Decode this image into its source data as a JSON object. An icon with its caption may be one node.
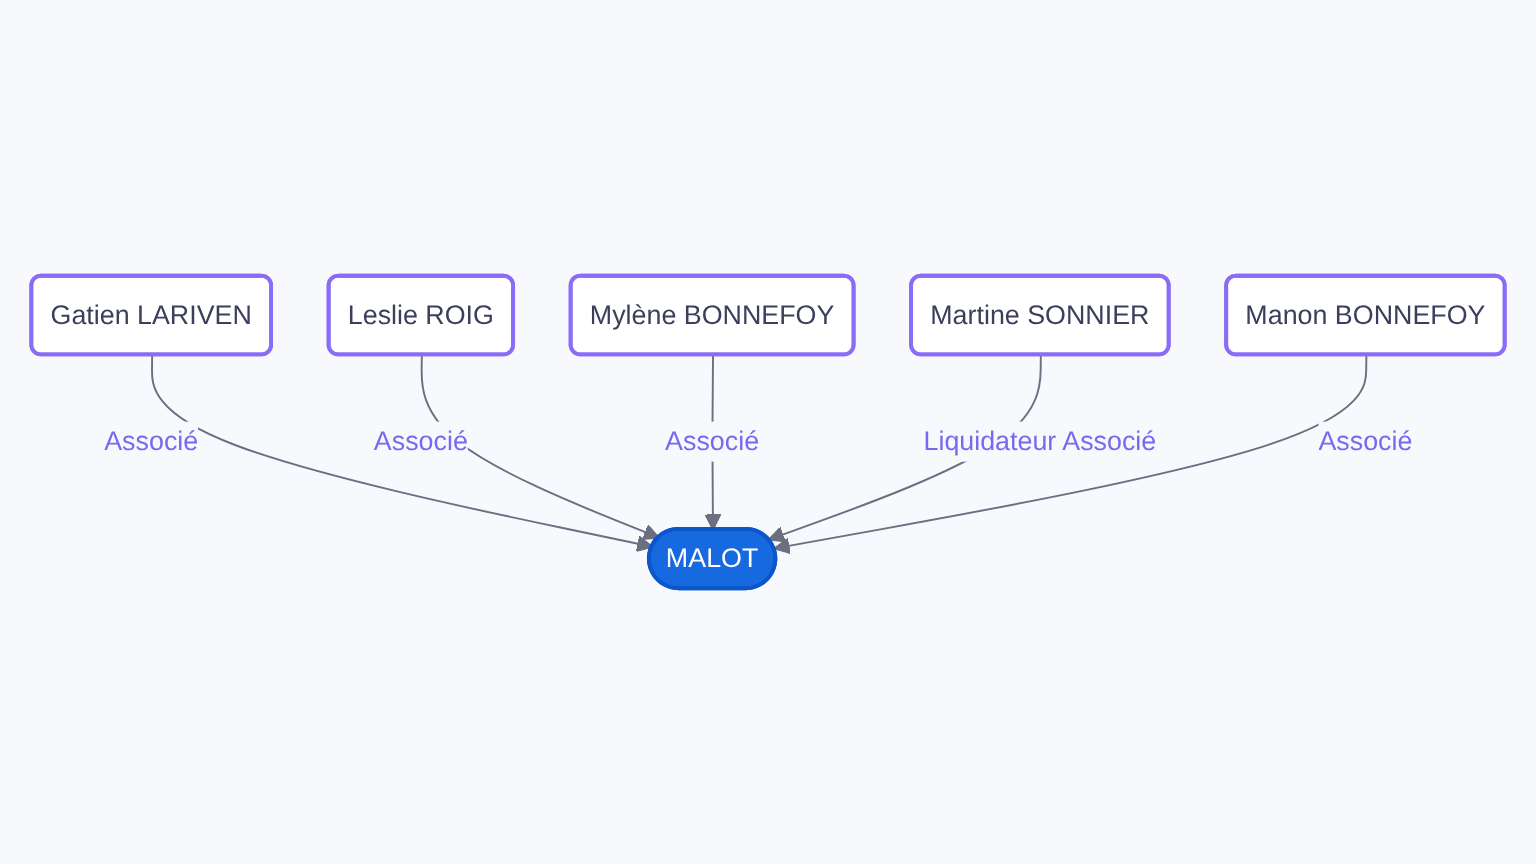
{
  "diagram": {
    "nodes": [
      {
        "text": [
          "Gatien LARIVEN"
        ]
      },
      {
        "text": [
          "Leslie ROIG"
        ]
      },
      {
        "text": [
          "MALOT"
        ]
      },
      {
        "text": [
          "Mylène BONNEFOY"
        ]
      },
      {
        "text": [
          "Martine SONNIER"
        ]
      },
      {
        "text": [
          "Manon BONNEFOY"
        ]
      }
    ],
    "edges": [
      {
        "from": 0,
        "to": 2,
        "arrow": "to",
        "label": "Associé"
      },
      {
        "from": 1,
        "to": 2,
        "arrow": "to",
        "label": "Associé"
      },
      {
        "from": 3,
        "to": 2,
        "arrow": "to",
        "label": "Associé"
      },
      {
        "from": 4,
        "to": 2,
        "arrow": "to",
        "label": "Liquidateur Associé"
      },
      {
        "from": 5,
        "to": 2,
        "arrow": "to",
        "label": "Associé"
      }
    ]
  }
}
